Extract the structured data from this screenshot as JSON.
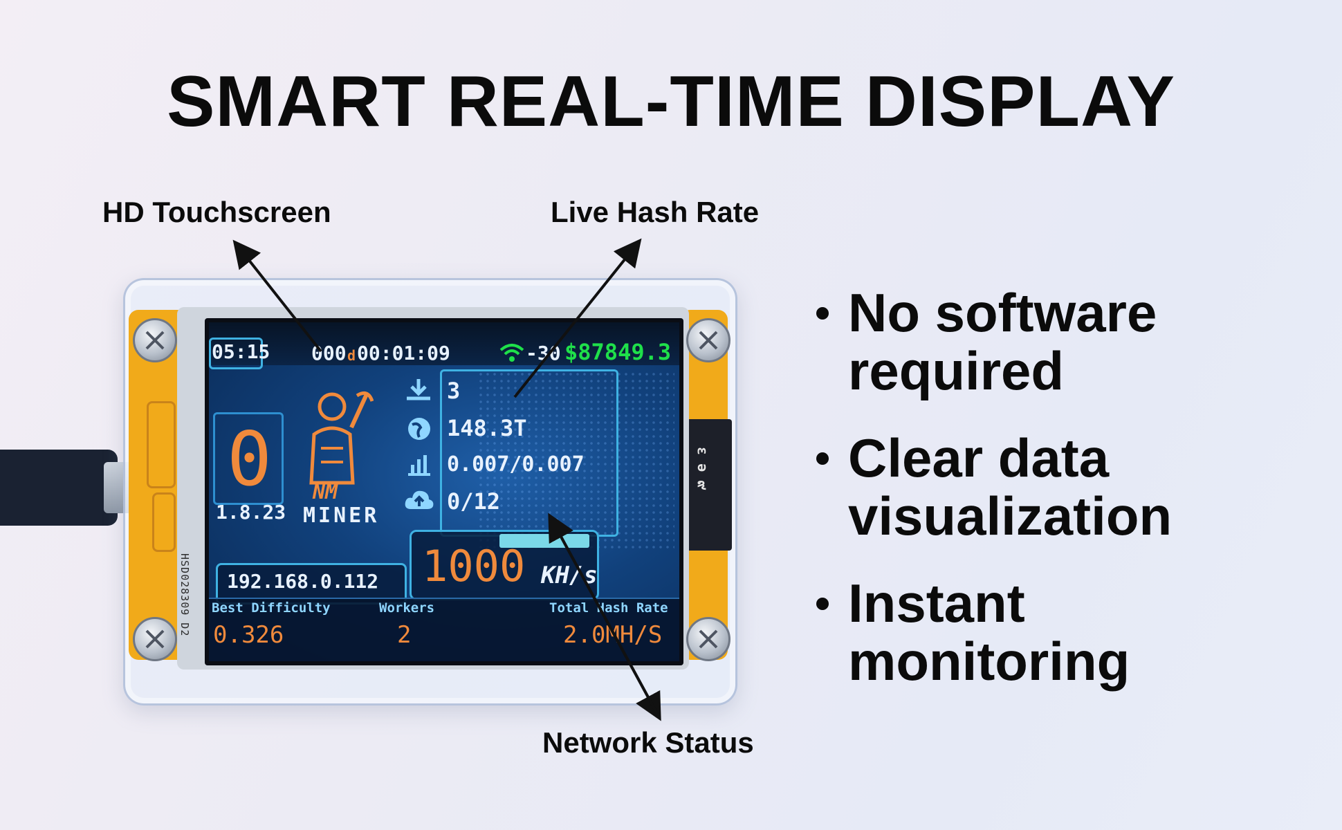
{
  "title": "SMART REAL-TIME DISPLAY",
  "callouts": {
    "touchscreen": "HD Touchscreen",
    "hash_rate": "Live Hash Rate",
    "network": "Network Status"
  },
  "features": [
    "No software required",
    "Clear data visualization",
    "Instant monitoring"
  ],
  "device": {
    "pcb_label": "HSD028309 D2",
    "chip_label": "ε ә ๙",
    "screen": {
      "clock": "05:15",
      "uptime_prefix": "000",
      "uptime_d": "d",
      "uptime": "00:01:09",
      "wifi_signal": "-30",
      "price": "$87849.3",
      "big_digit": "0",
      "version": "1.8.23",
      "logo_mark": "NM",
      "logo_text": "MINER",
      "stat_1": "3",
      "stat_2": "148.3T",
      "stat_3": "0.007/0.007",
      "stat_4": "0/12",
      "hash_value": "1000",
      "hash_unit": "KH/s",
      "ip": "192.168.0.112",
      "best_difficulty_label": "Best Difficulty",
      "best_difficulty": "0.326",
      "workers_label": "Workers",
      "workers": "2",
      "total_hash_label": "Total Hash Rate",
      "total_hash": "2.0MH/S"
    }
  },
  "colors": {
    "accent_orange": "#f08a3c",
    "signal_green": "#1fe04a",
    "pcb_yellow": "#f1aa1a",
    "screen_blue": "#11417c"
  }
}
